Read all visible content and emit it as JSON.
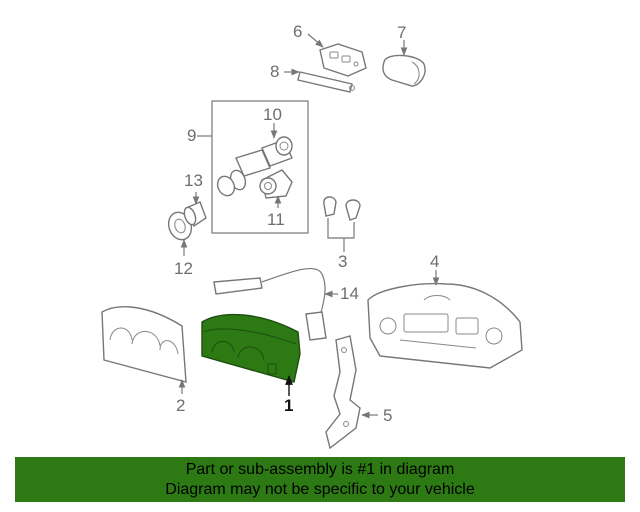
{
  "callouts": [
    {
      "id": "1",
      "text": "1"
    },
    {
      "id": "2",
      "text": "2"
    },
    {
      "id": "3",
      "text": "3"
    },
    {
      "id": "4",
      "text": "4"
    },
    {
      "id": "5",
      "text": "5"
    },
    {
      "id": "6",
      "text": "6"
    },
    {
      "id": "7",
      "text": "7"
    },
    {
      "id": "8",
      "text": "8"
    },
    {
      "id": "9",
      "text": "9"
    },
    {
      "id": "10",
      "text": "10"
    },
    {
      "id": "11",
      "text": "11"
    },
    {
      "id": "12",
      "text": "12"
    },
    {
      "id": "13",
      "text": "13"
    },
    {
      "id": "14",
      "text": "14"
    }
  ],
  "banner": {
    "line1": "Part or sub-assembly is #1 in diagram",
    "line2": "Diagram may not be specific to your vehicle"
  },
  "colors": {
    "highlight": "#2d7a14",
    "banner_bg": "#2d7a14",
    "line": "#777777"
  }
}
